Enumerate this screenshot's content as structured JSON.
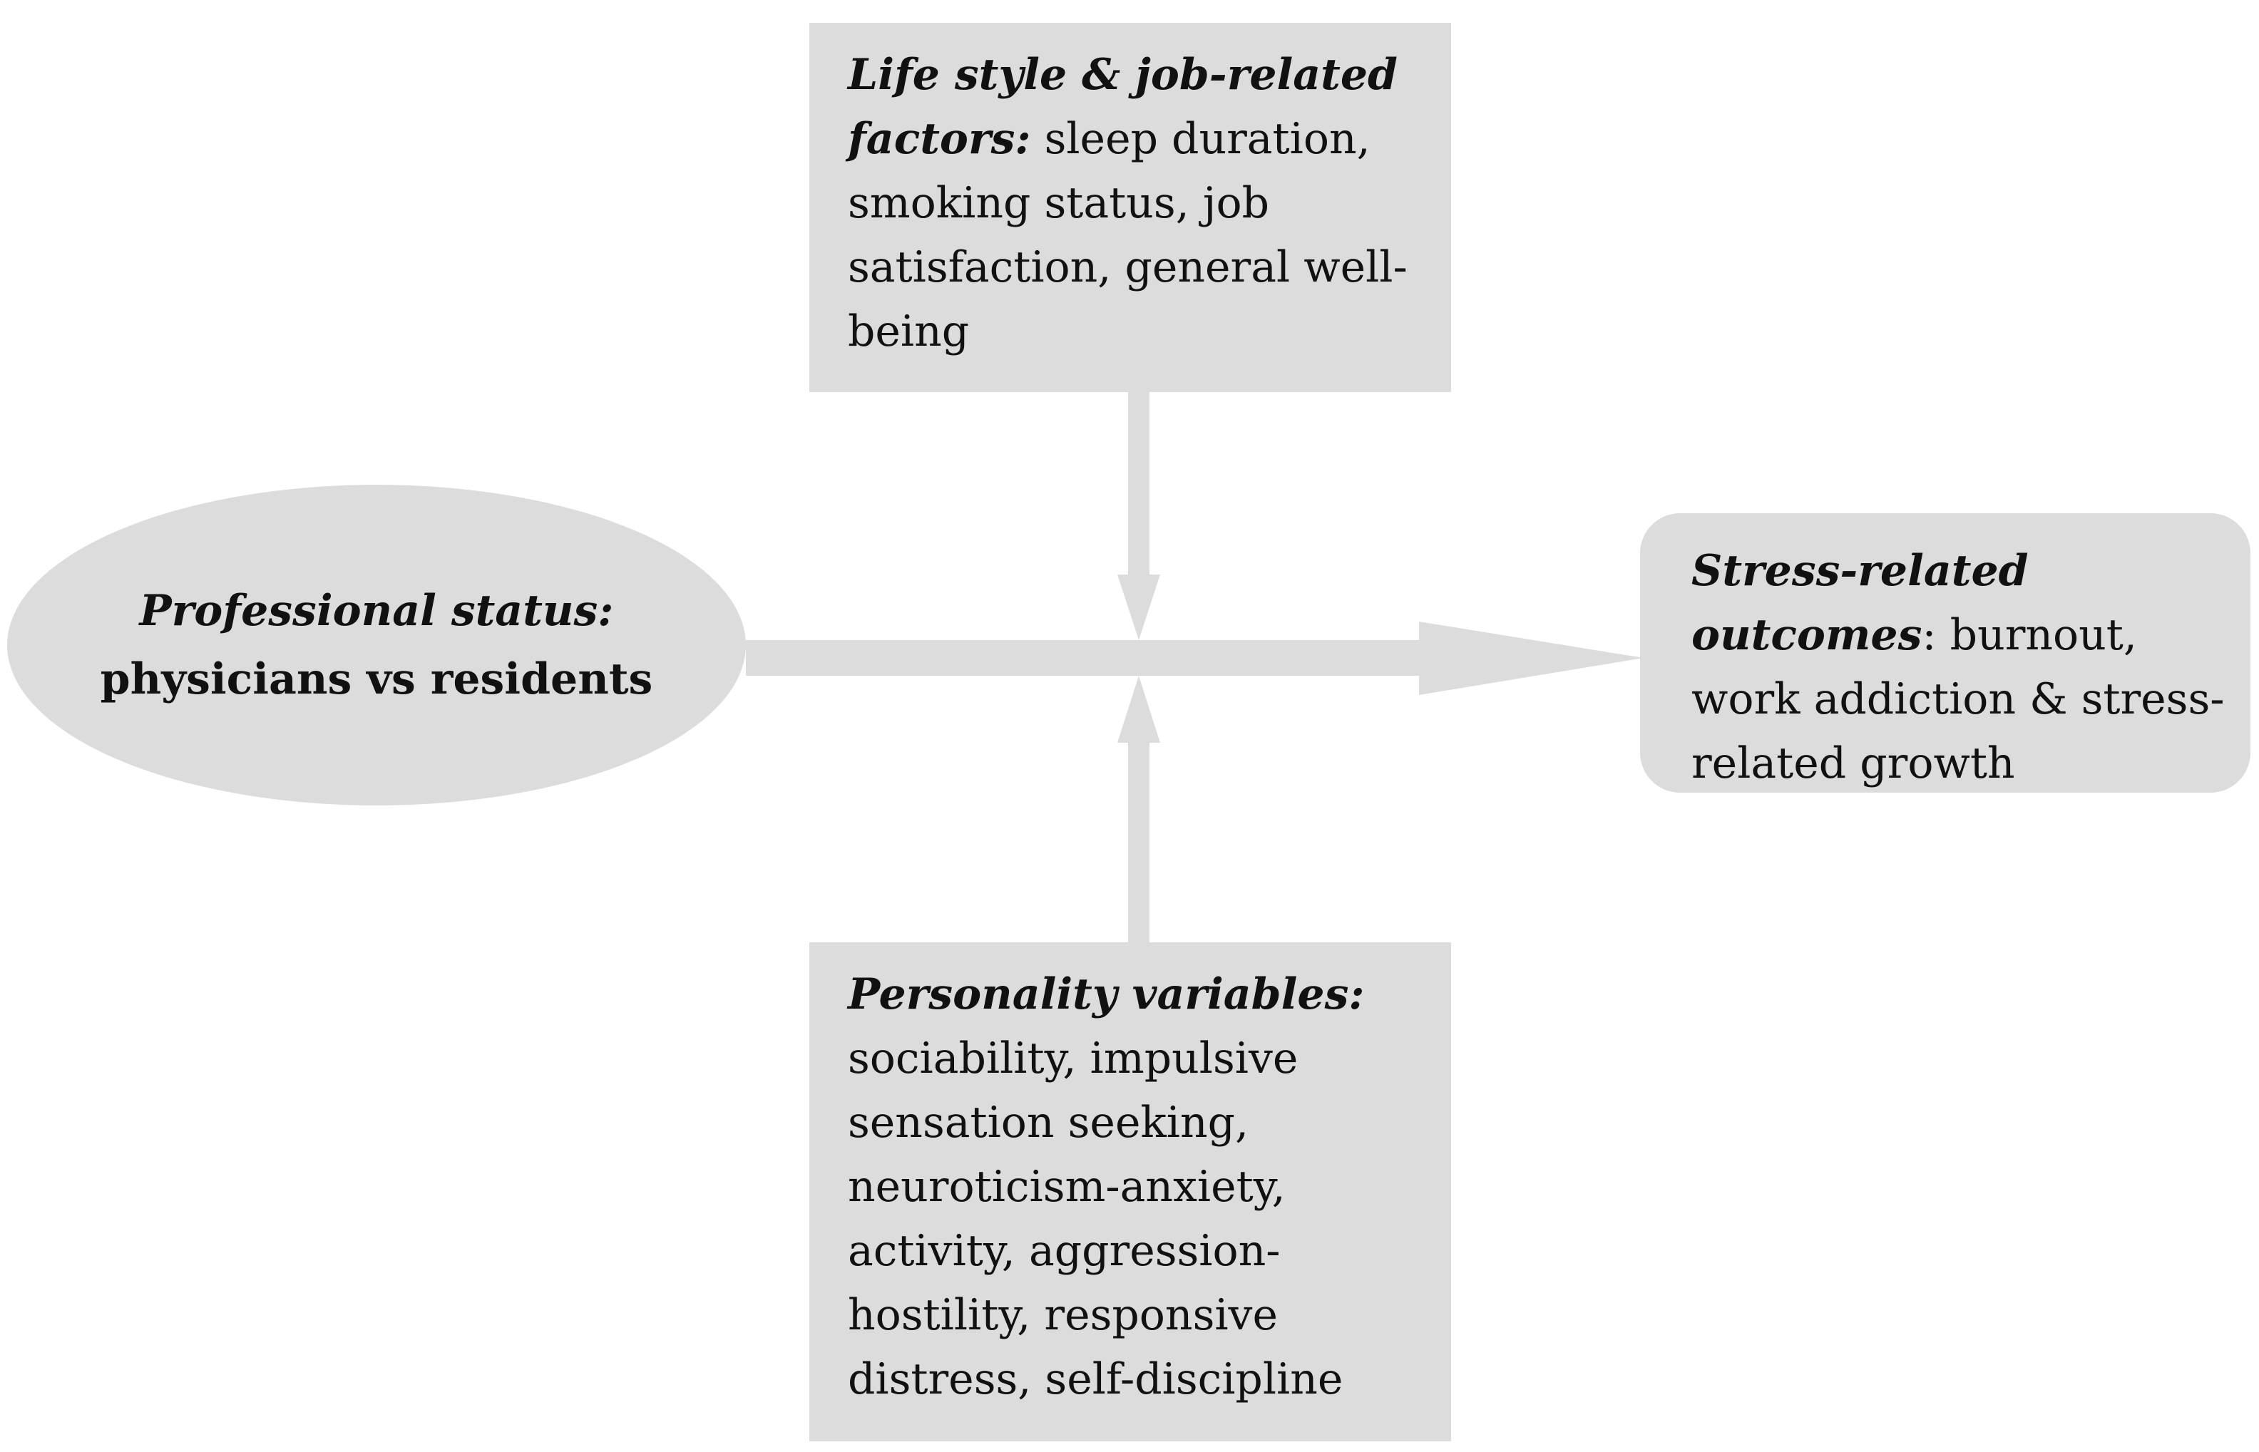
{
  "lifestyle": {
    "heading": "Life style & job-related factors:",
    "text": "sleep duration, smoking status, job satisfaction, general well-being"
  },
  "professional_status": {
    "heading": "Professional status:",
    "text": "physicians vs residents"
  },
  "outcomes": {
    "heading": "Stress-related outcomes",
    "separator": ":",
    "text": "burnout, work addiction & stress-related growth"
  },
  "personality": {
    "heading": "Personality variables:",
    "text": "sociability, impulsive sensation seeking, neuroticism-anxiety, activity, aggression-hostility, responsive distress, self-discipline"
  },
  "colors": {
    "shape_fill": "#dcdcdc",
    "text": "#111111",
    "background": "#ffffff"
  }
}
